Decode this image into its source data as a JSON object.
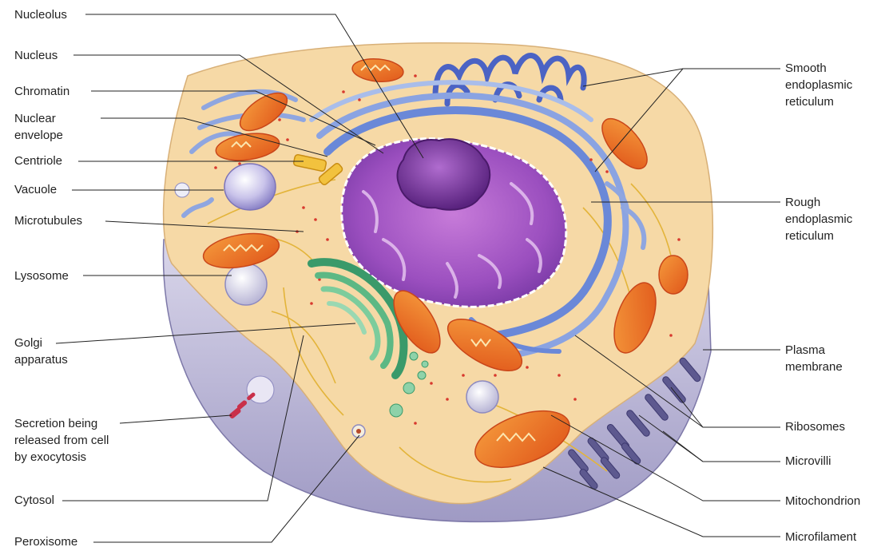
{
  "labels_left": {
    "nucleolus": "Nucleolus",
    "nucleus": "Nucleus",
    "chromatin": "Chromatin",
    "nuclear_envelope_1": "Nuclear",
    "nuclear_envelope_2": "envelope",
    "centriole": "Centriole",
    "vacuole": "Vacuole",
    "microtubules": "Microtubules",
    "lysosome": "Lysosome",
    "golgi_1": "Golgi",
    "golgi_2": "apparatus",
    "secretion_1": "Secretion being",
    "secretion_2": "released from cell",
    "secretion_3": "by exocytosis",
    "cytosol": "Cytosol",
    "peroxisome": "Peroxisome"
  },
  "labels_right": {
    "smooth_er_1": "Smooth",
    "smooth_er_2": "endoplasmic",
    "smooth_er_3": "reticulum",
    "rough_er_1": "Rough",
    "rough_er_2": "endoplasmic",
    "rough_er_3": "reticulum",
    "plasma_membrane_1": "Plasma",
    "plasma_membrane_2": "membrane",
    "ribosomes": "Ribosomes",
    "microvilli": "Microvilli",
    "mitochondrion": "Mitochondrion",
    "microfilament": "Microfilament"
  }
}
